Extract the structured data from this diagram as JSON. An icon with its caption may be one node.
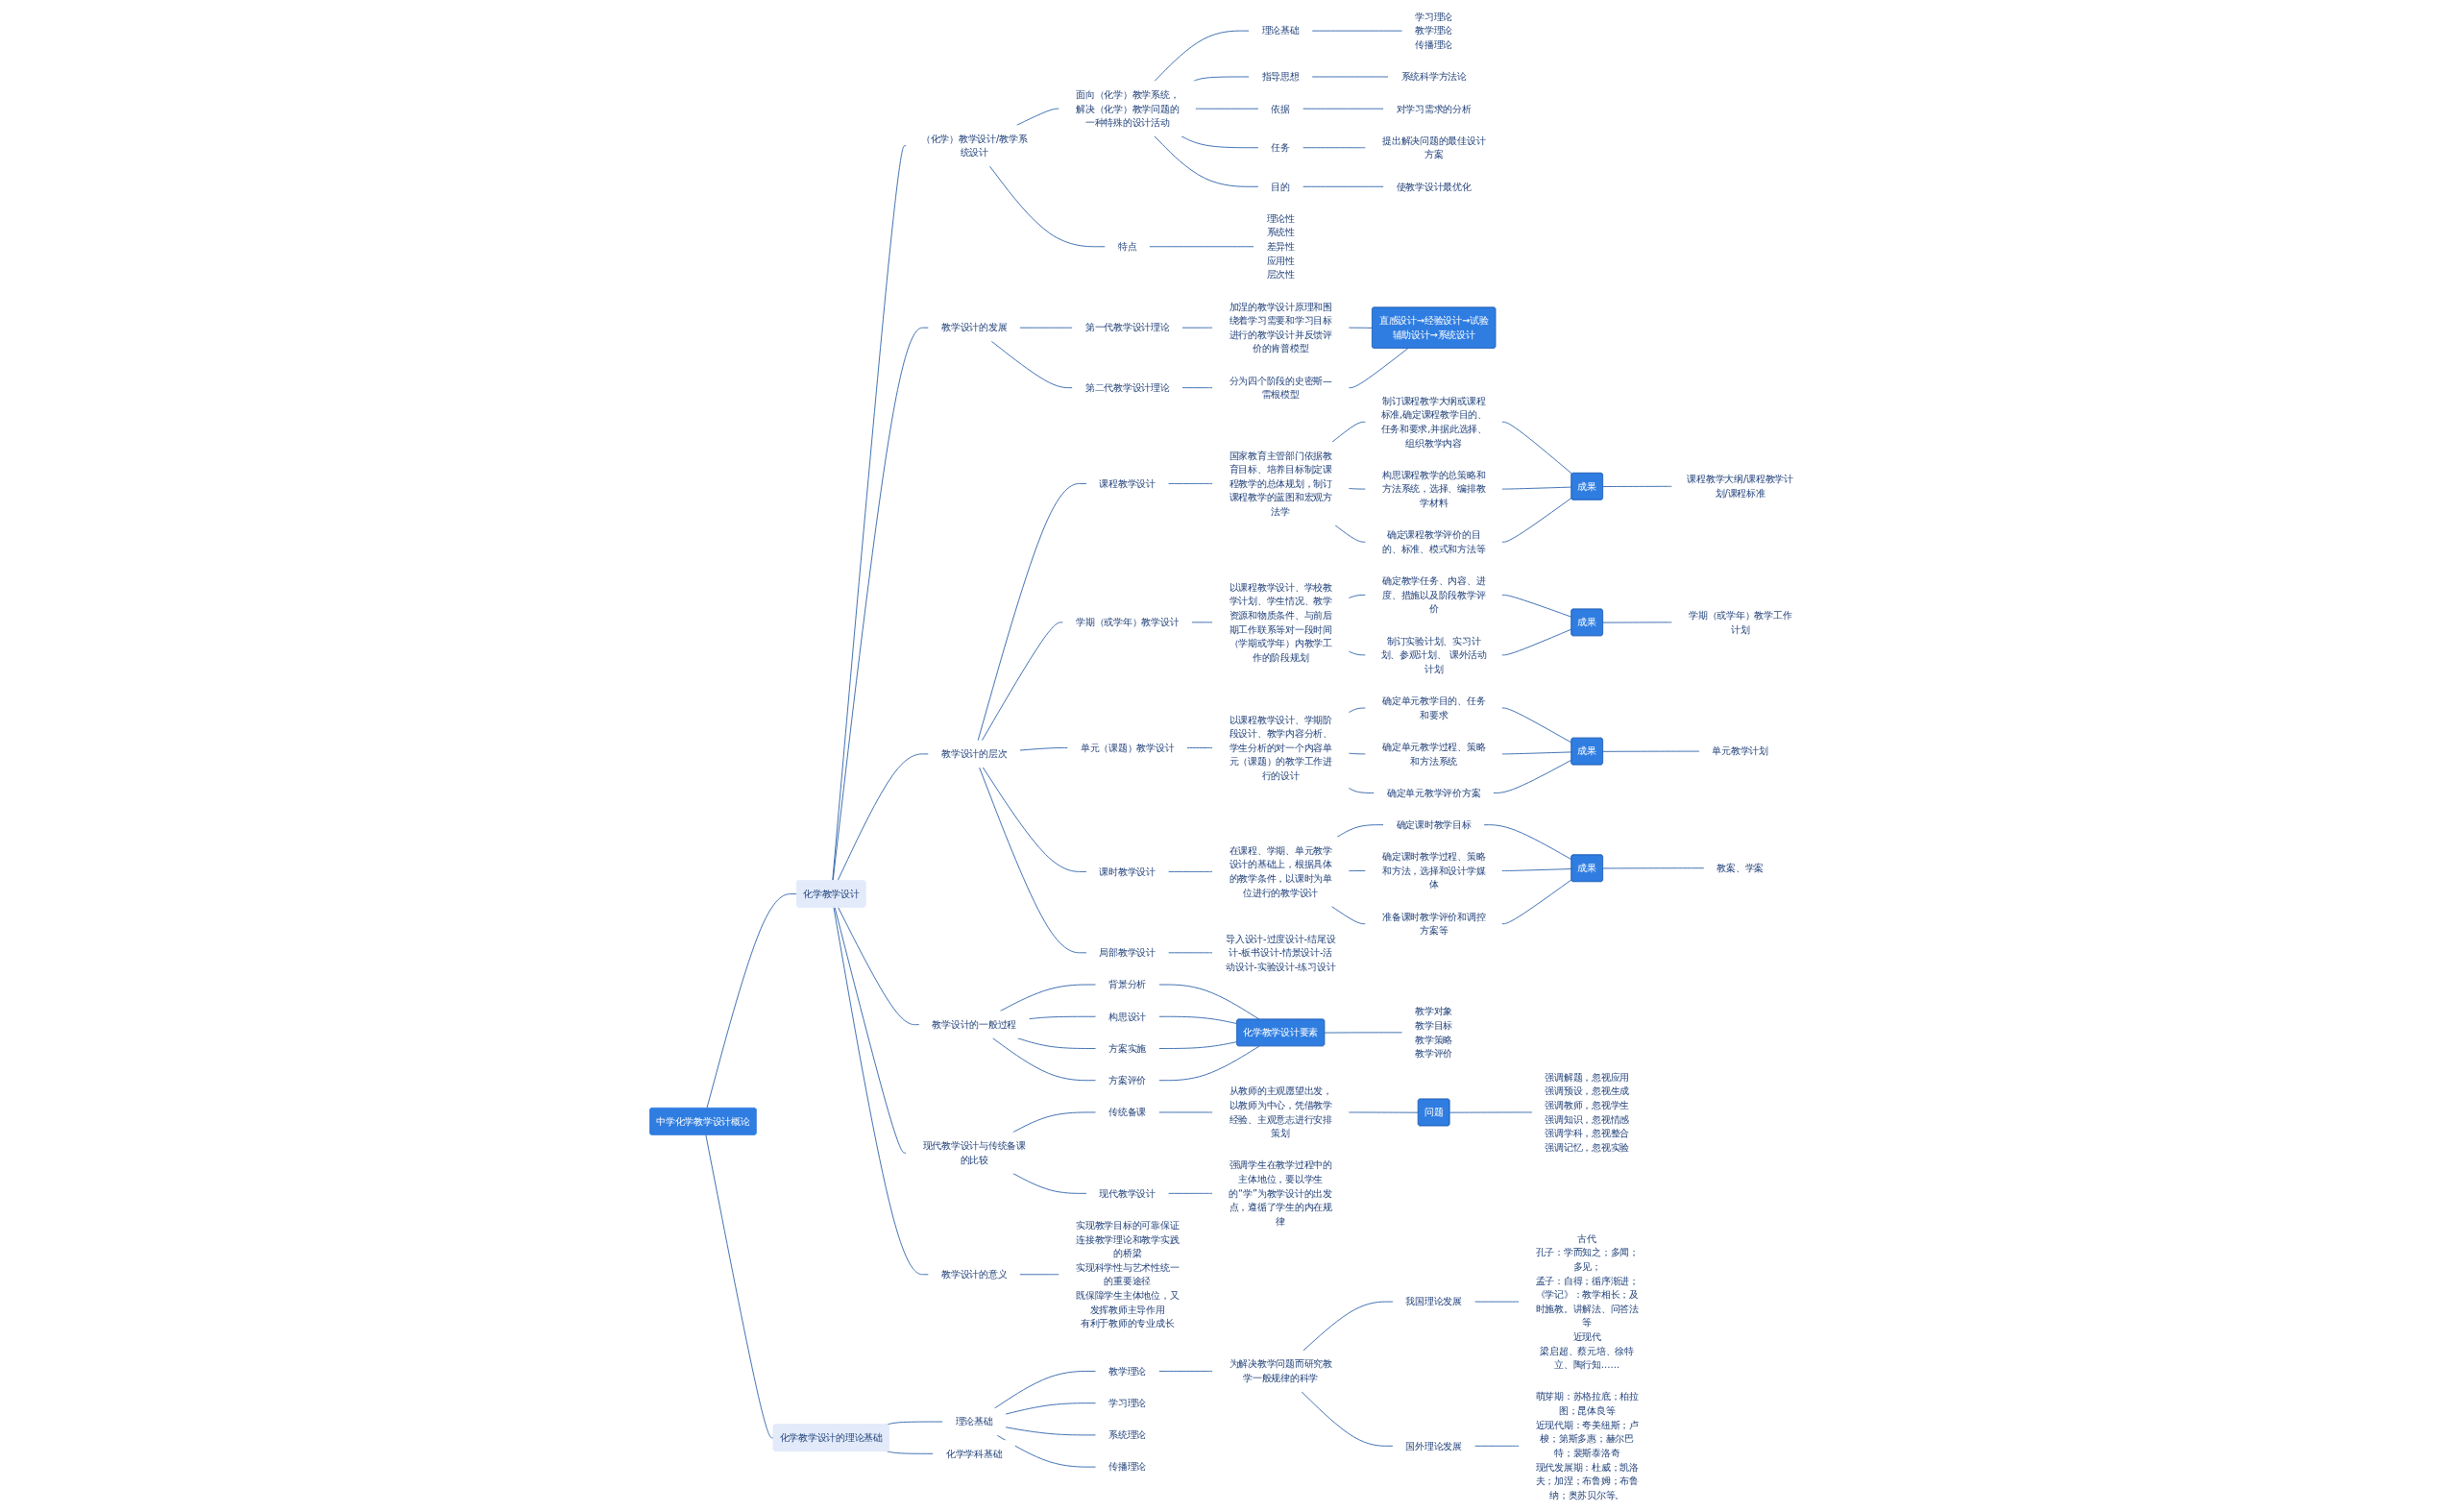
{
  "diagram": {
    "nodes": [
      {
        "text": [
          "中学化学教学设计概论"
        ]
      },
      {
        "text": [
          "化学教学设计"
        ]
      },
      {
        "text": [
          "（化学）教学设计/教学系统设计"
        ]
      },
      {
        "text": [
          "面向（化学）教学系统，解决（化学）教学问题的一种特殊的设计活动"
        ]
      },
      {
        "text": [
          "理论基础"
        ]
      },
      {
        "text": [
          "学习理论",
          "教学理论",
          "传播理论"
        ]
      },
      {
        "text": [
          "指导思想"
        ]
      },
      {
        "text": [
          "系统科学方法论"
        ]
      },
      {
        "text": [
          "依据"
        ]
      },
      {
        "text": [
          "对学习需求的分析"
        ]
      },
      {
        "text": [
          "任务"
        ]
      },
      {
        "text": [
          "提出解决问题的最佳设计方案"
        ]
      },
      {
        "text": [
          "目的"
        ]
      },
      {
        "text": [
          "使教学设计最优化"
        ]
      },
      {
        "text": [
          "特点"
        ]
      },
      {
        "text": [
          "理论性",
          "系统性",
          "差异性",
          "应用性",
          "层次性"
        ]
      },
      {
        "text": [
          "教学设计的发展"
        ]
      },
      {
        "text": [
          "第一代教学设计理论"
        ]
      },
      {
        "text": [
          "加涅的教学设计原理和围绕着学习需要和学习目标进行的教学设计并反馈评价的肯普模型"
        ]
      },
      {
        "text": [
          "第二代教学设计理论"
        ]
      },
      {
        "text": [
          "分为四个阶段的史密斯—雷根模型"
        ]
      },
      {
        "text": [
          "直感设计→经验设计→试验辅助设计→系统设计"
        ]
      },
      {
        "text": [
          "教学设计的层次"
        ]
      },
      {
        "text": [
          "课程教学设计"
        ]
      },
      {
        "text": [
          "国家教育主管部门依据教育目标、培养目标制定课程教学的总体规划，制订课程教学的蓝图和宏观方法学"
        ]
      },
      {
        "text": [
          "制订课程教学大纲或课程标准,确定课程教学目的、任务和要求,并据此选择、组织教学内容"
        ]
      },
      {
        "text": [
          "构思课程教学的总策略和方法系统，选择、编排教学材料"
        ]
      },
      {
        "text": [
          "确定课程教学评价的目的、标准、模式和方法等"
        ]
      },
      {
        "text": [
          "成果"
        ]
      },
      {
        "text": [
          "课程教学大纲/课程教学计划/课程标准"
        ]
      },
      {
        "text": [
          "学期（或学年）教学设计"
        ]
      },
      {
        "text": [
          "以课程教学设计、学校教学计划、学生情况、教学资源和物质条件、与前后期工作联系等对一段时间（学期或学年）内教学工作的阶段规划"
        ]
      },
      {
        "text": [
          "确定教学任务、内容、进度、措施以及阶段教学评价"
        ]
      },
      {
        "text": [
          "制订实验计划、实习计划、参观计划、 课外活动计划"
        ]
      },
      {
        "text": [
          "成果"
        ]
      },
      {
        "text": [
          "学期（或学年）教学工作计划"
        ]
      },
      {
        "text": [
          "单元（课题）教学设计"
        ]
      },
      {
        "text": [
          "以课程教学设计、学期阶段设计、教学内容分析、学生分析的对一个内容单元（课题）的教学工作进行的设计"
        ]
      },
      {
        "text": [
          "确定单元教学目的、任务和要求"
        ]
      },
      {
        "text": [
          "确定单元教学过程、策略和方法系统"
        ]
      },
      {
        "text": [
          "确定单元教学评价方案"
        ]
      },
      {
        "text": [
          "成果"
        ]
      },
      {
        "text": [
          "单元教学计划"
        ]
      },
      {
        "text": [
          "课时教学设计"
        ]
      },
      {
        "text": [
          "在课程、学期、单元教学设计的基础上，根据具体的教学条件，以课时为单位进行的教学设计"
        ]
      },
      {
        "text": [
          "确定课时教学目标"
        ]
      },
      {
        "text": [
          "确定课时教学过程、策略和方法，选择和设计学媒体"
        ]
      },
      {
        "text": [
          "准备课时教学评价和调控方案等"
        ]
      },
      {
        "text": [
          "成果"
        ]
      },
      {
        "text": [
          "教案、学案"
        ]
      },
      {
        "text": [
          "局部教学设计"
        ]
      },
      {
        "text": [
          "导入设计-过度设计-结尾设计-板书设计-情景设计-活动设计-实验设计-练习设计"
        ]
      },
      {
        "text": [
          "教学设计的一般过程"
        ]
      },
      {
        "text": [
          "背景分析"
        ]
      },
      {
        "text": [
          "构思设计"
        ]
      },
      {
        "text": [
          "方案实施"
        ]
      },
      {
        "text": [
          "方案评价"
        ]
      },
      {
        "text": [
          "化学教学设计要素"
        ]
      },
      {
        "text": [
          "教学对象",
          "教学目标",
          "教学策略",
          "教学评价"
        ]
      },
      {
        "text": [
          "现代教学设计与传统备课的比较"
        ]
      },
      {
        "text": [
          "传统备课"
        ]
      },
      {
        "text": [
          "从教师的主观愿望出发，以教师为中心，凭借教学经验、主观意志进行安排策划"
        ]
      },
      {
        "text": [
          "问题"
        ]
      },
      {
        "text": [
          "强调解题，忽视应用",
          "强调预设，忽视生成",
          "强调教师，忽视学生",
          "强调知识，忽视情感",
          "强调学科，忽视整合",
          "强调记忆，忽视实验"
        ]
      },
      {
        "text": [
          "现代教学设计"
        ]
      },
      {
        "text": [
          "强调学生在教学过程中的主体地位，要以学生的“学”为教学设计的出发点，遵循了学生的内在规律"
        ]
      },
      {
        "text": [
          "教学设计的意义"
        ]
      },
      {
        "text": [
          "实现教学目标的可靠保证",
          "连接教学理论和教学实践的桥梁",
          "实现科学性与艺术性统一的重要途径",
          "既保障学生主体地位，又发挥教师主导作用",
          "有利于教师的专业成长"
        ]
      },
      {
        "text": [
          "化学教学设计的理论基础"
        ]
      },
      {
        "text": [
          "理论基础"
        ]
      },
      {
        "text": [
          "教学理论"
        ]
      },
      {
        "text": [
          "为解决教学问题而研究教学一般规律的科学"
        ]
      },
      {
        "text": [
          "我国理论发展"
        ]
      },
      {
        "text": [
          "古代",
          "孔子：学而知之；多闻；多见；",
          "孟子：自得；循序渐进；",
          "《学记》：教学相长；及时施教。讲解法、问答法等",
          "近现代",
          "梁启超、蔡元培、徐特立、陶行知……"
        ]
      },
      {
        "text": [
          "国外理论发展"
        ]
      },
      {
        "text": [
          "萌芽期：苏格拉底；柏拉图；昆体良等",
          "近现代期：夸美纽斯；卢梭；第斯多惠；赫尔巴特；裴斯泰洛奇",
          "现代发展期：杜威；凯洛夫；加涅；布鲁姆；布鲁纳；奥苏贝尔等。"
        ]
      },
      {
        "text": [
          "学习理论"
        ]
      },
      {
        "text": [
          "系统理论"
        ]
      },
      {
        "text": [
          "传播理论"
        ]
      },
      {
        "text": [
          "化学学科基础"
        ]
      }
    ],
    "edges": [
      {
        "from": 0,
        "to": 1,
        "arrow": "none"
      },
      {
        "from": 1,
        "to": 2,
        "arrow": "none"
      },
      {
        "from": 2,
        "to": 3,
        "arrow": "none"
      },
      {
        "from": 3,
        "to": 4,
        "arrow": "none"
      },
      {
        "from": 4,
        "to": 5,
        "arrow": "none"
      },
      {
        "from": 3,
        "to": 6,
        "arrow": "none"
      },
      {
        "from": 6,
        "to": 7,
        "arrow": "none"
      },
      {
        "from": 3,
        "to": 8,
        "arrow": "none"
      },
      {
        "from": 8,
        "to": 9,
        "arrow": "none"
      },
      {
        "from": 3,
        "to": 10,
        "arrow": "none"
      },
      {
        "from": 10,
        "to": 11,
        "arrow": "none"
      },
      {
        "from": 3,
        "to": 12,
        "arrow": "none"
      },
      {
        "from": 12,
        "to": 13,
        "arrow": "none"
      },
      {
        "from": 2,
        "to": 14,
        "arrow": "none"
      },
      {
        "from": 14,
        "to": 15,
        "arrow": "none"
      },
      {
        "from": 1,
        "to": 16,
        "arrow": "none"
      },
      {
        "from": 16,
        "to": 17,
        "arrow": "none"
      },
      {
        "from": 17,
        "to": 18,
        "arrow": "none"
      },
      {
        "from": 16,
        "to": 19,
        "arrow": "none"
      },
      {
        "from": 19,
        "to": 20,
        "arrow": "none"
      },
      {
        "from": 18,
        "to": 21,
        "arrow": "none"
      },
      {
        "from": 20,
        "to": 21,
        "arrow": "none"
      },
      {
        "from": 1,
        "to": 22,
        "arrow": "none"
      },
      {
        "from": 22,
        "to": 23,
        "arrow": "none"
      },
      {
        "from": 23,
        "to": 24,
        "arrow": "none"
      },
      {
        "from": 24,
        "to": 25,
        "arrow": "none"
      },
      {
        "from": 24,
        "to": 26,
        "arrow": "none"
      },
      {
        "from": 24,
        "to": 27,
        "arrow": "none"
      },
      {
        "from": 25,
        "to": 28,
        "arrow": "none"
      },
      {
        "from": 26,
        "to": 28,
        "arrow": "none"
      },
      {
        "from": 27,
        "to": 28,
        "arrow": "none"
      },
      {
        "from": 28,
        "to": 29,
        "arrow": "none"
      },
      {
        "from": 22,
        "to": 30,
        "arrow": "none"
      },
      {
        "from": 30,
        "to": 31,
        "arrow": "none"
      },
      {
        "from": 31,
        "to": 32,
        "arrow": "none"
      },
      {
        "from": 31,
        "to": 33,
        "arrow": "none"
      },
      {
        "from": 32,
        "to": 34,
        "arrow": "none"
      },
      {
        "from": 33,
        "to": 34,
        "arrow": "none"
      },
      {
        "from": 34,
        "to": 35,
        "arrow": "none"
      },
      {
        "from": 22,
        "to": 36,
        "arrow": "none"
      },
      {
        "from": 36,
        "to": 37,
        "arrow": "none"
      },
      {
        "from": 37,
        "to": 38,
        "arrow": "none"
      },
      {
        "from": 37,
        "to": 39,
        "arrow": "none"
      },
      {
        "from": 37,
        "to": 40,
        "arrow": "none"
      },
      {
        "from": 38,
        "to": 41,
        "arrow": "none"
      },
      {
        "from": 39,
        "to": 41,
        "arrow": "none"
      },
      {
        "from": 40,
        "to": 41,
        "arrow": "none"
      },
      {
        "from": 41,
        "to": 42,
        "arrow": "none"
      },
      {
        "from": 22,
        "to": 43,
        "arrow": "none"
      },
      {
        "from": 43,
        "to": 44,
        "arrow": "none"
      },
      {
        "from": 44,
        "to": 45,
        "arrow": "none"
      },
      {
        "from": 44,
        "to": 46,
        "arrow": "none"
      },
      {
        "from": 44,
        "to": 47,
        "arrow": "none"
      },
      {
        "from": 45,
        "to": 48,
        "arrow": "none"
      },
      {
        "from": 46,
        "to": 48,
        "arrow": "none"
      },
      {
        "from": 47,
        "to": 48,
        "arrow": "none"
      },
      {
        "from": 48,
        "to": 49,
        "arrow": "none"
      },
      {
        "from": 22,
        "to": 50,
        "arrow": "none"
      },
      {
        "from": 50,
        "to": 51,
        "arrow": "none"
      },
      {
        "from": 1,
        "to": 52,
        "arrow": "none"
      },
      {
        "from": 52,
        "to": 53,
        "arrow": "none"
      },
      {
        "from": 52,
        "to": 54,
        "arrow": "none"
      },
      {
        "from": 52,
        "to": 55,
        "arrow": "none"
      },
      {
        "from": 52,
        "to": 56,
        "arrow": "none"
      },
      {
        "from": 53,
        "to": 57,
        "arrow": "none"
      },
      {
        "from": 54,
        "to": 57,
        "arrow": "none"
      },
      {
        "from": 55,
        "to": 57,
        "arrow": "none"
      },
      {
        "from": 56,
        "to": 57,
        "arrow": "none"
      },
      {
        "from": 57,
        "to": 58,
        "arrow": "none"
      },
      {
        "from": 1,
        "to": 59,
        "arrow": "none"
      },
      {
        "from": 59,
        "to": 60,
        "arrow": "none"
      },
      {
        "from": 60,
        "to": 61,
        "arrow": "none"
      },
      {
        "from": 61,
        "to": 62,
        "arrow": "none"
      },
      {
        "from": 62,
        "to": 63,
        "arrow": "none"
      },
      {
        "from": 59,
        "to": 64,
        "arrow": "none"
      },
      {
        "from": 64,
        "to": 65,
        "arrow": "none"
      },
      {
        "from": 1,
        "to": 66,
        "arrow": "none"
      },
      {
        "from": 66,
        "to": 67,
        "arrow": "none"
      },
      {
        "from": 0,
        "to": 68,
        "arrow": "none"
      },
      {
        "from": 68,
        "to": 69,
        "arrow": "none"
      },
      {
        "from": 69,
        "to": 70,
        "arrow": "none"
      },
      {
        "from": 70,
        "to": 71,
        "arrow": "none"
      },
      {
        "from": 71,
        "to": 72,
        "arrow": "none"
      },
      {
        "from": 72,
        "to": 73,
        "arrow": "none"
      },
      {
        "from": 71,
        "to": 74,
        "arrow": "none"
      },
      {
        "from": 74,
        "to": 75,
        "arrow": "none"
      },
      {
        "from": 69,
        "to": 76,
        "arrow": "none"
      },
      {
        "from": 69,
        "to": 77,
        "arrow": "none"
      },
      {
        "from": 69,
        "to": 78,
        "arrow": "none"
      },
      {
        "from": 68,
        "to": 79,
        "arrow": "none"
      }
    ]
  }
}
